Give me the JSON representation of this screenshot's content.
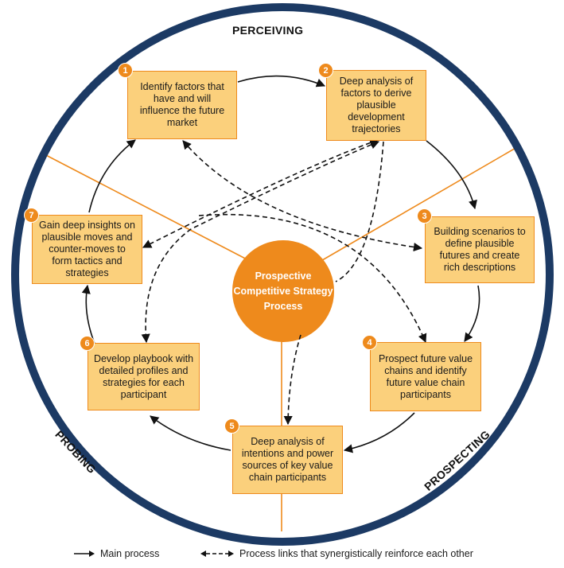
{
  "phases": {
    "perceiving": "PERCEIVING",
    "probing": "PROBING",
    "prospecting": "PROSPECTING"
  },
  "center": {
    "label": "Prospective Competitive Strategy Process"
  },
  "steps": [
    {
      "number": "1",
      "text": "Identify factors that have and will influence the future market"
    },
    {
      "number": "2",
      "text": "Deep analysis of factors to derive plausible development trajectories"
    },
    {
      "number": "3",
      "text": "Building scenarios to define plausible futures and create rich descriptions"
    },
    {
      "number": "4",
      "text": "Prospect future value chains and identify future value chain participants"
    },
    {
      "number": "5",
      "text": "Deep analysis of intentions and power sources of key value chain participants"
    },
    {
      "number": "6",
      "text": "Develop playbook with detailed profiles and strategies for each participant"
    },
    {
      "number": "7",
      "text": "Gain deep insights on plausible moves and counter-moves to form tactics and strategies"
    }
  ],
  "legend": {
    "main_process": "Main process",
    "process_links": "Process links that synergistically reinforce each other"
  },
  "colors": {
    "ring": "#1c3a64",
    "accent": "#ee8a1c",
    "box_fill": "#fbd07c"
  }
}
